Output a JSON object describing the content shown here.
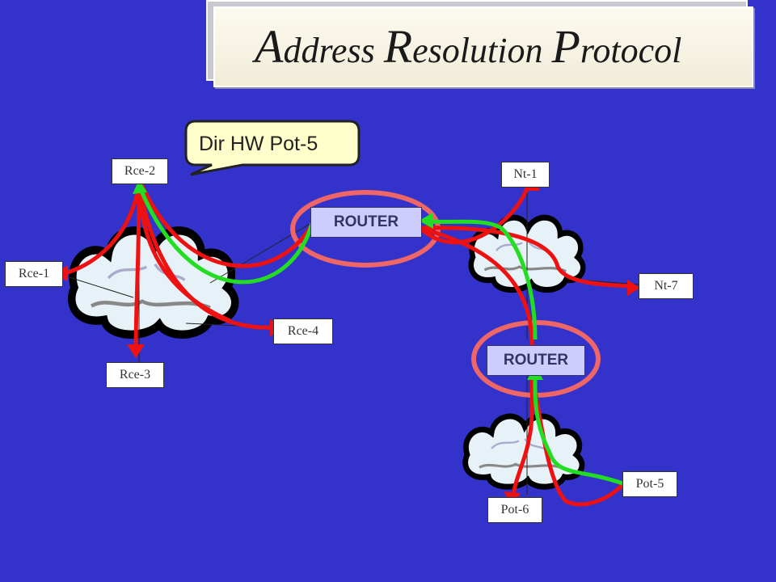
{
  "title": {
    "a_cap": "A",
    "a_rest": "ddress ",
    "r_cap": "R",
    "r_rest": "esolution ",
    "p_cap": "P",
    "p_rest": "rotocol"
  },
  "callout": "Dir HW Pot-5",
  "nodes": {
    "rce1": "Rce-1",
    "rce2": "Rce-2",
    "rce3": "Rce-3",
    "rce4": "Rce-4",
    "nt1": "Nt-1",
    "nt7": "Nt-7",
    "pot5": "Pot-5",
    "pot6": "Pot-6"
  },
  "routers": {
    "main": "ROUTER",
    "lower": "ROUTER"
  },
  "colors": {
    "background": "#3333cc",
    "request_arrow": "#ee1111",
    "reply_arrow": "#22dd22",
    "router_ring": "#ee6666"
  }
}
